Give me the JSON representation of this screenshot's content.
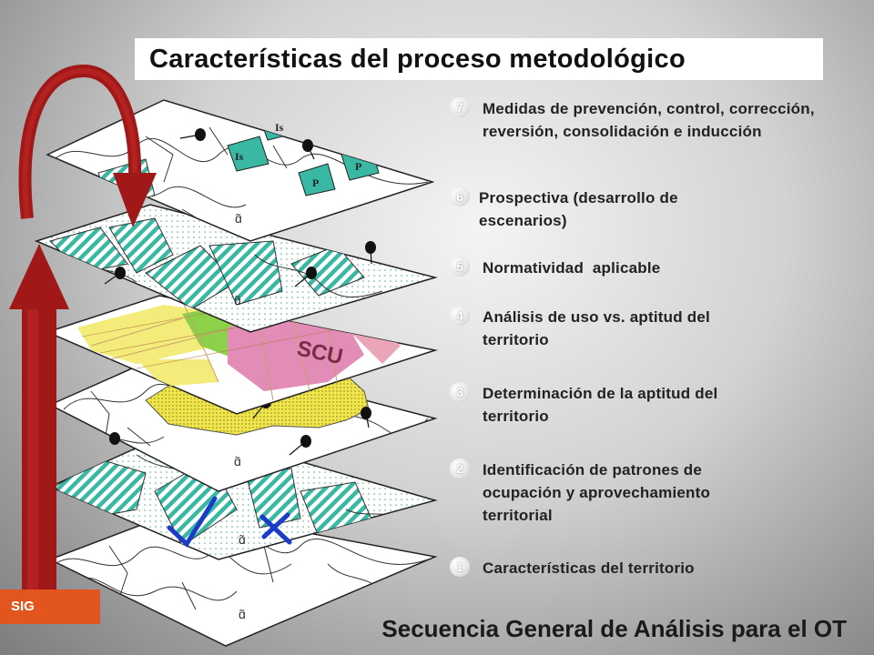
{
  "title": "Características del proceso metodológico",
  "items": [
    {
      "num": "7",
      "text": "Medidas de prevención, control, corrección, reversión, consolidación e inducción"
    },
    {
      "num": "6",
      "text": "Prospectiva (desarrollo de escenarios)"
    },
    {
      "num": "5",
      "text": "Normatividad  aplicable"
    },
    {
      "num": "4",
      "text": "Análisis de uso vs. aptitud del territorio"
    },
    {
      "num": "3",
      "text": "Determinación de la aptitud del territorio"
    },
    {
      "num": "2",
      "text": "Identificación de patrones de ocupación y aprovechamiento territorial"
    },
    {
      "num": "1",
      "text": "Características del territorio"
    }
  ],
  "map_labels": {
    "scu": "SCU",
    "tiles": [
      "Is",
      "Is",
      "P",
      "P"
    ]
  },
  "sig_label": "SIG",
  "footer": "Secuencia General de Análisis para el OT",
  "colors": {
    "arrow": "#a01818",
    "hatch": "#39b8a4",
    "yellow": "#f0e54a",
    "pink": "#e07aa8",
    "sig": "#e2551f"
  }
}
